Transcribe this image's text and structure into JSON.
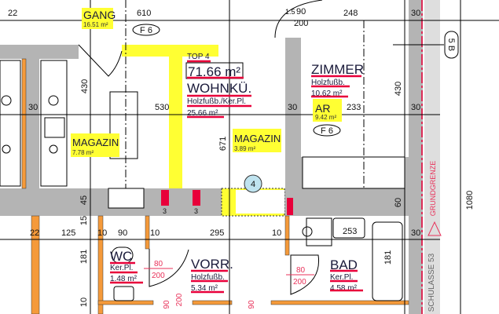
{
  "plan": {
    "unit": {
      "top_label": "TOP 4",
      "area": "71.66 m²"
    },
    "rooms": {
      "gang": {
        "name": "GANG",
        "area": "16.51 m²"
      },
      "wohnkueche": {
        "name": "WOHNKÜ.",
        "floor": "Holzfußb./Ker.Pl.",
        "area": "25.66 m²"
      },
      "magazin_left": {
        "name": "MAGAZIN",
        "area": "7.78 m²"
      },
      "magazin_right": {
        "name": "MAGAZIN",
        "area": "3.89 m²"
      },
      "zimmer": {
        "name": "ZIMMER",
        "floor": "Holzfußb.",
        "area": "10.62 m²"
      },
      "ar": {
        "name": "AR",
        "area": "9.42 m²"
      },
      "wc": {
        "name": "WC",
        "floor": "Ker.Pl.",
        "area": "1.48 m²"
      },
      "vorr": {
        "name": "VORR.",
        "floor": "Holzfußb.",
        "area": "5.34 m²"
      },
      "bad": {
        "name": "BAD",
        "floor": "Ker.Pl.",
        "area": "4.58 m²"
      }
    },
    "tags": {
      "f6_top": "F 6",
      "f6_zimmer": "F 6",
      "axis_5b": "5 B",
      "marker_4": "4"
    },
    "dimensions": {
      "d22_top": "22",
      "d610": "610",
      "d15": "1.5",
      "d90_top": "90",
      "d200_top": "200",
      "d248": "248",
      "d30_top_right": "30",
      "d430_left": "430",
      "d530": "530",
      "d30_left": "30",
      "d30_zimmer_left": "30",
      "d233": "233",
      "d30_zimmer_right": "30",
      "d430_right": "430",
      "d671": "671",
      "d45": "45",
      "d15_lower": "15",
      "d22_bottom": "22",
      "d125": "125",
      "d10_a": "10",
      "d90_wc": "90",
      "d10_b": "10",
      "d295": "295",
      "d10_c": "10",
      "d253": "253",
      "d30_bottom_right": "30",
      "d60": "60",
      "d1080": "1080",
      "d181_left": "181",
      "d181_bath": "181",
      "d10_bottom": "10",
      "shaft_3a": "3",
      "shaft_3b": "3"
    },
    "doors": {
      "wc": {
        "width": "80",
        "height": "200"
      },
      "bad": {
        "width": "80",
        "height": "200"
      },
      "lower_a": {
        "width": "90",
        "height": "200"
      },
      "lower_b": {
        "width": "90"
      }
    },
    "boundary": {
      "label": "GRUNDGRENZE",
      "street": "SCHULASSE 53"
    },
    "colors": {
      "wall": "#b4b4b4",
      "highlight": "#ffff33",
      "partition": "#f59a3a",
      "red": "#e8003a",
      "text": "#1a1a3a"
    }
  }
}
